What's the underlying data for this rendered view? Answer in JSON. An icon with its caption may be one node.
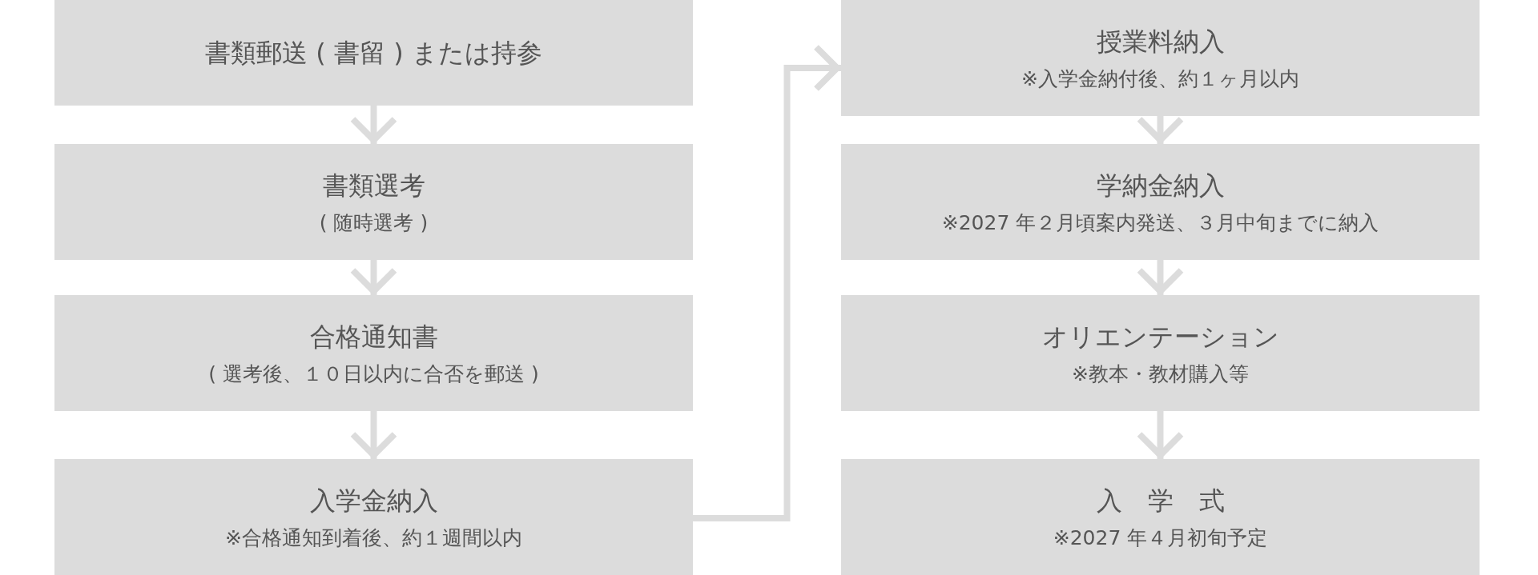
{
  "diagram": {
    "nodes": [
      {
        "text": [
          "書類郵送 ( 書留 ) または持参"
        ]
      },
      {
        "text": [
          "書類選考",
          "( 随時選考 )"
        ]
      },
      {
        "text": [
          "合格通知書",
          "( 選考後、１０日以内に合否を郵送 )"
        ]
      },
      {
        "text": [
          "入学金納入",
          "※合格通知到着後、約１週間以内"
        ]
      },
      {
        "text": [
          "授業料納入",
          "※入学金納付後、約１ヶ月以内"
        ]
      },
      {
        "text": [
          "学納金納入",
          "※2027 年２月頃案内発送、３月中旬までに納入"
        ]
      },
      {
        "text": [
          "オリエンテーション",
          "※教本・教材購入等"
        ]
      },
      {
        "text": [
          "入　学　式",
          "※2027 年４月初旬予定"
        ]
      }
    ],
    "edges": [
      {
        "from": 0,
        "to": 1,
        "arrow": "to"
      },
      {
        "from": 1,
        "to": 2,
        "arrow": "to"
      },
      {
        "from": 2,
        "to": 3,
        "arrow": "to"
      },
      {
        "from": 3,
        "to": 4,
        "arrow": "to"
      },
      {
        "from": 4,
        "to": 5,
        "arrow": "to"
      },
      {
        "from": 5,
        "to": 6,
        "arrow": "to"
      },
      {
        "from": 6,
        "to": 7,
        "arrow": "to"
      }
    ]
  }
}
